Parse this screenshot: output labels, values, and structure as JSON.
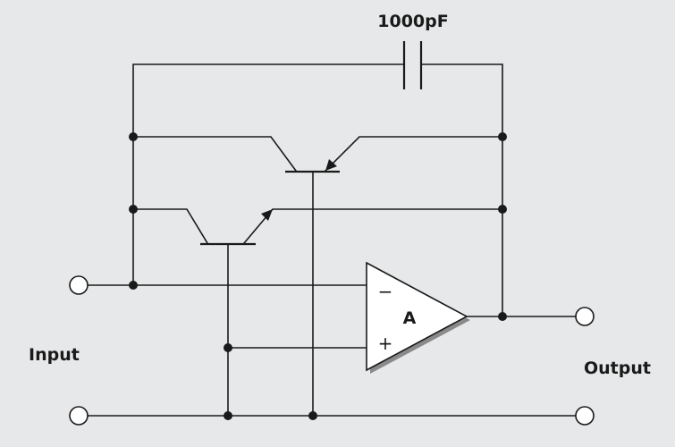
{
  "labels": {
    "capacitor": "1000pF",
    "input": "Input",
    "output": "Output",
    "amplifier": "A",
    "minus": "−",
    "plus": "+"
  },
  "colors": {
    "background": "#e7e8e9",
    "ink": "#1a1a1a",
    "terminal_fill": "#ffffff",
    "opamp_shadow": "#8a8a8a"
  }
}
